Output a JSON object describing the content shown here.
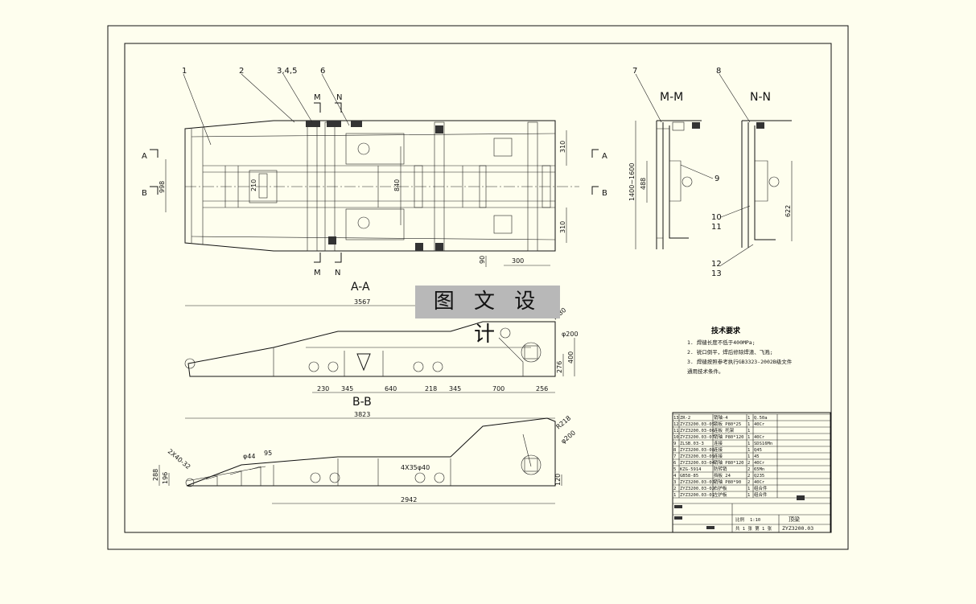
{
  "watermark": "图 文 设 计",
  "plan": {
    "leaders": [
      "1",
      "2",
      "3,4,5",
      "6"
    ],
    "section_marks": {
      "m_top": "M",
      "n_top": "N",
      "m_bot": "M",
      "n_bot": "N",
      "a_left": "A",
      "a_right": "A",
      "b_left": "B",
      "b_right": "B"
    },
    "dims": {
      "width_inner": "998",
      "bracket": "210",
      "mid": "840",
      "top": "310",
      "bottom": "310",
      "d90": "90",
      "d300": "300"
    }
  },
  "mm": {
    "title": "M-M",
    "leader": "7",
    "height": "1400~1600",
    "inner": "488",
    "callout": "9"
  },
  "nn": {
    "title": "N-N",
    "leader": "8",
    "height": "622",
    "callouts": [
      "10",
      "11",
      "12",
      "13"
    ]
  },
  "aa": {
    "title": "A-A",
    "overall": "3567",
    "radius1": "R 80",
    "radius2": "φ200",
    "h1": "276",
    "h2": "400",
    "bottom_dims": [
      "230",
      "345",
      "640",
      "218",
      "345",
      "700",
      "256"
    ]
  },
  "bb": {
    "title": "B-B",
    "overall": "3823",
    "r1": "R218",
    "r2": "φ200",
    "slot": "2X40-32",
    "hole": "φ44",
    "d95": "95",
    "hole2": "4X35φ40",
    "h1": "288",
    "h2": "196",
    "h3": "120",
    "bottom": "2942"
  },
  "notes": {
    "title": "技术要求",
    "items": [
      "1. 焊缝长度不低于400MPa;",
      "2. 锐口倒平，焊后修除焊渣、飞溅;",
      "3. 焊缝按照参考执行GB3323-2002B级文件",
      "   通用技术条件。"
    ]
  },
  "table": {
    "rows": [
      [
        "13",
        "ZR-2",
        "销轴-4",
        "1",
        "Q.50a",
        ""
      ],
      [
        "12",
        "ZYZ3200.03-05",
        "锁板 P80*25",
        "1",
        "40Cr",
        ""
      ],
      [
        "11",
        "ZYZ3200.03-06",
        "连板 托架",
        "1",
        "",
        ""
      ],
      [
        "10",
        "ZYZ3200.03-07",
        "销轴 P80*120",
        "1",
        "40Cr",
        ""
      ],
      [
        "9",
        "ZLSB.03-3",
        "连接",
        "1",
        "SDS16Mn",
        ""
      ],
      [
        "8",
        "ZYZ3200.03-08",
        "连接",
        "1",
        "Q45",
        ""
      ],
      [
        "7",
        "ZYZ3200.03-09",
        "连接",
        "1",
        "45",
        ""
      ],
      [
        "6",
        "ZYZ3200.03-04",
        "销轴 P80*120",
        "2",
        "40Cr",
        ""
      ],
      [
        "5",
        "KZG-5914",
        "防转销",
        "2",
        "65Mn",
        ""
      ],
      [
        "4",
        "GB58-85",
        "挡板 24",
        "2",
        "Q235",
        ""
      ],
      [
        "3",
        "ZYZ3200.03-03",
        "销轴 P80*90",
        "2",
        "40Cr",
        ""
      ],
      [
        "2",
        "ZYZ3200.03-02",
        "右护板",
        "1",
        "组合件",
        ""
      ],
      [
        "1",
        "ZYZ3200.03-01",
        "左护板",
        "1",
        "组合件",
        ""
      ]
    ],
    "scale_label": "比例",
    "scale": "1:10",
    "name": "顶梁",
    "sheet": "共 1 张  第 1 张",
    "drawing_no": "ZYZ3200.03"
  }
}
